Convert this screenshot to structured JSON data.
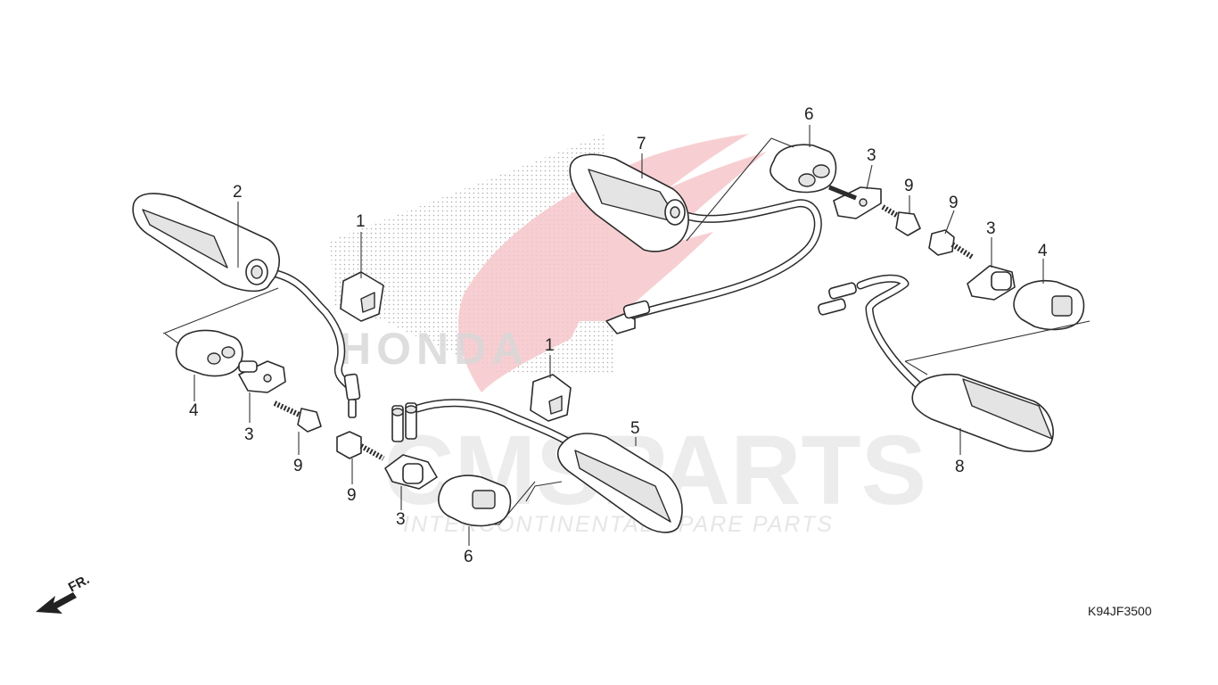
{
  "diagram": {
    "code": "K94JF3500",
    "front_marker": "FR.",
    "watermark": {
      "brand": "CMSPARTS",
      "tagline": "INTERCONTINENTAL SPARE PARTS",
      "emblem_text": "HONDA"
    },
    "callouts": [
      {
        "id": "c1a",
        "text": "1"
      },
      {
        "id": "c1b",
        "text": "1"
      },
      {
        "id": "c2",
        "text": "2"
      },
      {
        "id": "c3a",
        "text": "3"
      },
      {
        "id": "c3b",
        "text": "3"
      },
      {
        "id": "c3c",
        "text": "3"
      },
      {
        "id": "c3d",
        "text": "3"
      },
      {
        "id": "c4a",
        "text": "4"
      },
      {
        "id": "c4b",
        "text": "4"
      },
      {
        "id": "c5",
        "text": "5"
      },
      {
        "id": "c6a",
        "text": "6"
      },
      {
        "id": "c6b",
        "text": "6"
      },
      {
        "id": "c7",
        "text": "7"
      },
      {
        "id": "c8",
        "text": "8"
      },
      {
        "id": "c9a",
        "text": "9"
      },
      {
        "id": "c9b",
        "text": "9"
      },
      {
        "id": "c9c",
        "text": "9"
      },
      {
        "id": "c9d",
        "text": "9"
      }
    ]
  }
}
